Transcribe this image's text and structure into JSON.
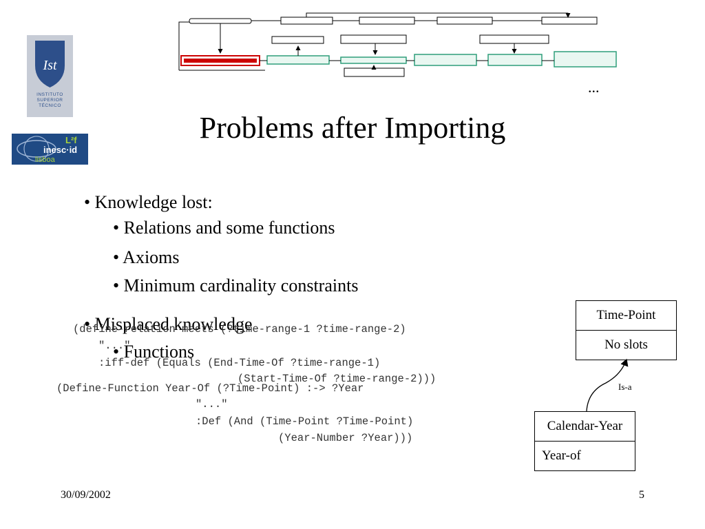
{
  "slide": {
    "title": "Problems after Importing",
    "ellipsis": "...",
    "bullets": {
      "knowledge_lost": "• Knowledge lost:",
      "relations": "• Relations and some functions",
      "axioms": "• Axioms",
      "cardinality": "• Minimum cardinality constraints",
      "misplaced": "• Misplaced knowledge",
      "functions": "• Functions"
    },
    "code_lines": [
      "(define-relation meets (?time-range-1 ?time-range-2)",
      "\"...\"",
      ":iff-def (Equals (End-Time-Of ?time-range-1)",
      "(Start-Time-Of ?time-range-2)))",
      "(Define-Function Year-Of (?Time-Point) :-> ?Year",
      "\"...\"",
      ":Def (And (Time-Point ?Time-Point)",
      "(Year-Number ?Year)))"
    ],
    "uml": {
      "parent_name": "Time-Point",
      "parent_slots": "No slots",
      "child_name": "Calendar-Year",
      "child_slots": "Year-of",
      "relation_label": "Is-a"
    },
    "footer": {
      "date": "30/09/2002",
      "page": "5"
    },
    "colors": {
      "highlight_red": "#cc0000",
      "process_green": "#2e9e7a",
      "process_fill": "#e9f7f1",
      "ist_logo": "#2d4f8a",
      "inesc_bg": "#1f4a84",
      "inesc_accent": "#a7d23c"
    },
    "logos": {
      "ist_lines": [
        "INSTITUTO",
        "SUPERIOR",
        "TÉCNICO"
      ],
      "inesc_text": "inesc id",
      "inesc_sub": "lisboa",
      "l2f": "L²f"
    }
  }
}
